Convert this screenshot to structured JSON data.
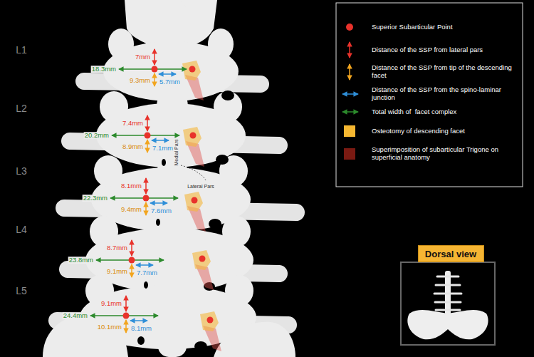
{
  "diagram": {
    "nodes": [
      {
        "text": [
          "Dorsal view"
        ]
      }
    ],
    "labels": [
      "L1",
      "L2",
      "L3",
      "L4",
      "L5",
      "7mm",
      "18.3mm",
      "9.3mm",
      "5.7mm",
      "7.4mm",
      "20.2mm",
      "8.9mm",
      "7.1mm",
      "8.1mm",
      "22.3mm",
      "9.4mm",
      "7.6mm",
      "8.7mm",
      "23.8mm",
      "9.1mm",
      "7.7mm",
      "9.1mm",
      "24.4mm",
      "10.1mm",
      "8.1mm",
      "Medial Pars",
      "Lateral Pars"
    ],
    "legend": [
      {
        "text": "Superior Subarticular Point"
      },
      {
        "text": "Distance of the SSP from lateral pars"
      },
      {
        "text": "Distance of the SSP from tip of the descending facet"
      },
      {
        "text": "Distance of the SSP from the spino-laminar junction"
      },
      {
        "text": "Total width of  facet complex"
      },
      {
        "text": "Osteotomy of descending facet",
        "color": "#f5b731"
      },
      {
        "text": "Superimposition of subarticular Trigone on superficial anatomy",
        "color": "#7a1a12"
      }
    ]
  }
}
